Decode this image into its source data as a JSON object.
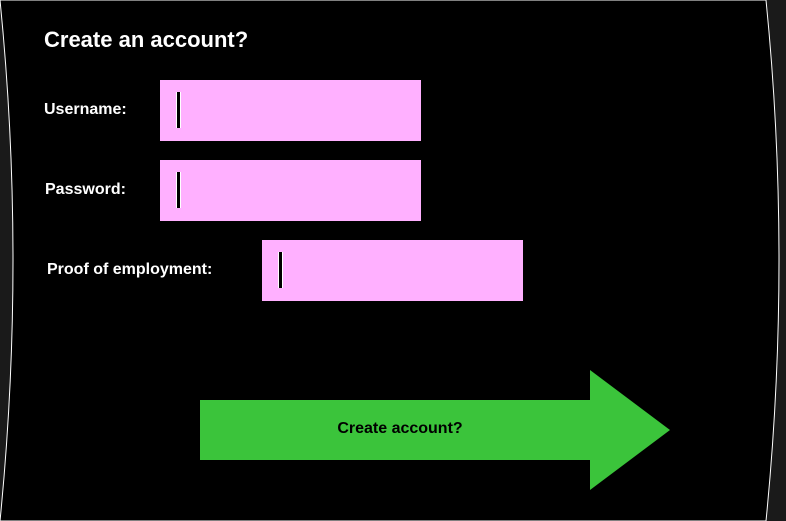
{
  "form": {
    "title": "Create an account?",
    "username_label": "Username:",
    "username_value": "",
    "password_label": "Password:",
    "password_value": "",
    "employment_label": "Proof of employment:",
    "employment_value": "",
    "submit_label": "Create account?"
  },
  "colors": {
    "background": "#000000",
    "field_fill": "#ffb0ff",
    "button_fill": "#3bc43b",
    "text": "#ffffff"
  }
}
